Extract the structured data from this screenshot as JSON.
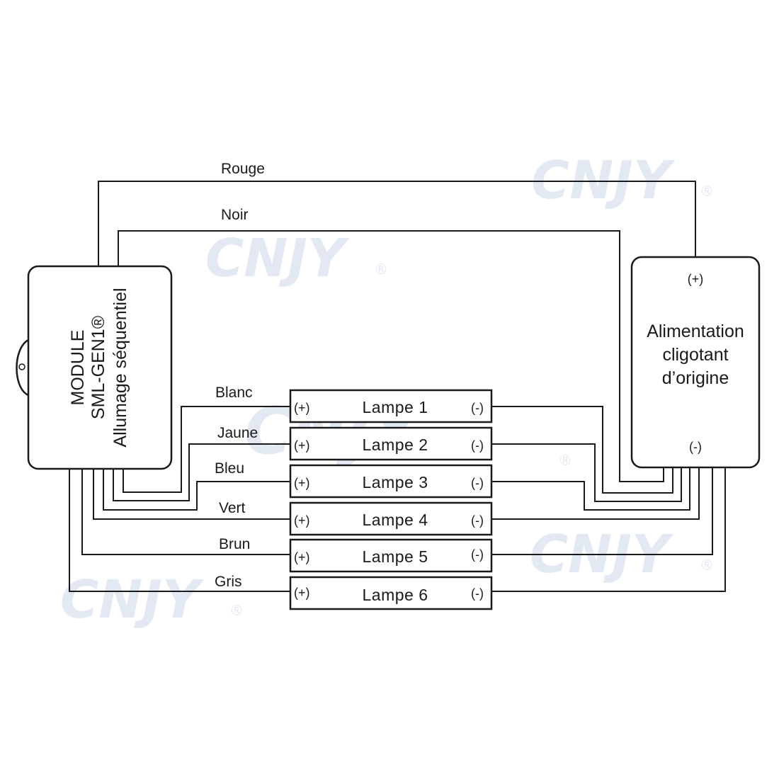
{
  "watermark": {
    "text": "CNJY",
    "mark": "®"
  },
  "module": {
    "lines": [
      "MODULE",
      "SML-GEN1®",
      "Allumage séquentiel"
    ]
  },
  "power": {
    "lines": [
      "Alimentation",
      "cligotant",
      "d’origine"
    ],
    "plus": "(+)",
    "minus": "(-)"
  },
  "power_wires": [
    {
      "name": "Rouge"
    },
    {
      "name": "Noir"
    }
  ],
  "lamps": [
    {
      "label": "Lampe 1",
      "wire": "Blanc",
      "plus": "(+)",
      "minus": "(-)"
    },
    {
      "label": "Lampe 2",
      "wire": "Jaune",
      "plus": "(+)",
      "minus": "(-)"
    },
    {
      "label": "Lampe 3",
      "wire": "Bleu",
      "plus": "(+)",
      "minus": "(-)"
    },
    {
      "label": "Lampe 4",
      "wire": "Vert",
      "plus": "(+)",
      "minus": "(-)"
    },
    {
      "label": "Lampe 5",
      "wire": "Brun",
      "plus": "(+)",
      "minus": "(-)"
    },
    {
      "label": "Lampe 6",
      "wire": "Gris",
      "plus": "(+)",
      "minus": "(-)"
    }
  ]
}
